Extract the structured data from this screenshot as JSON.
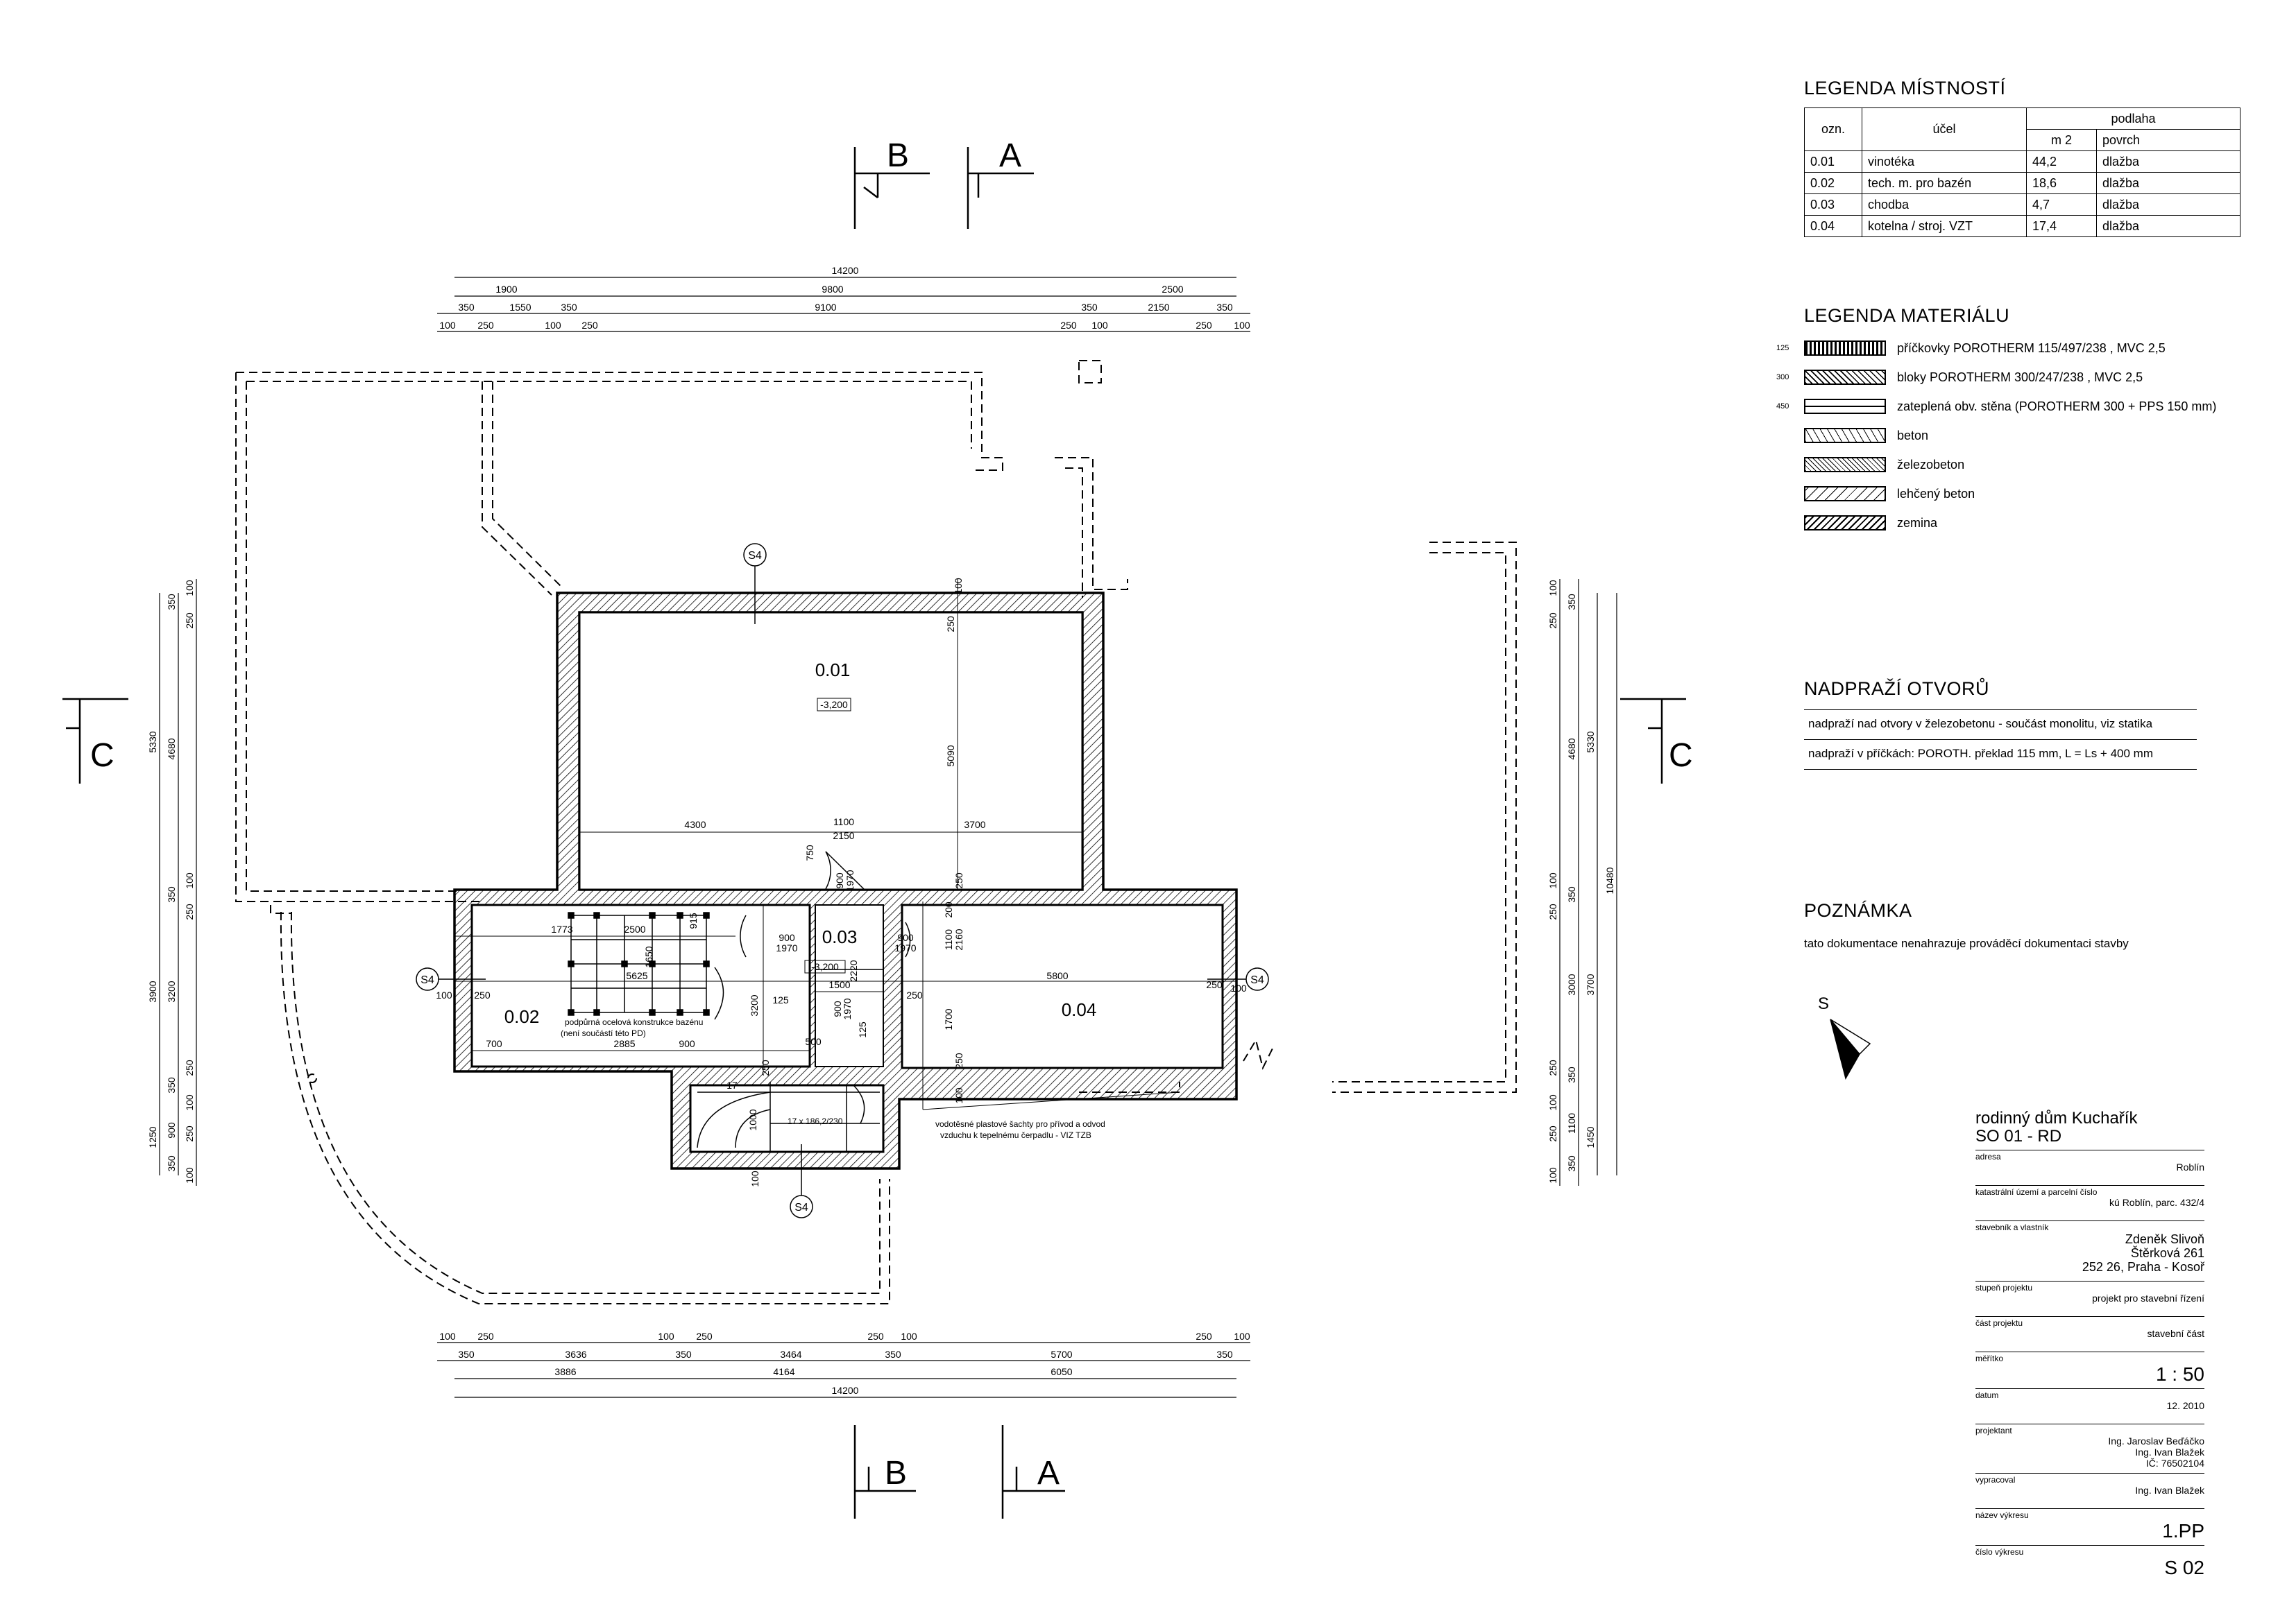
{
  "room_legend": {
    "title": "LEGENDA MÍSTNOSTÍ",
    "headers": {
      "code": "ozn.",
      "purpose": "účel",
      "floor": "podlaha",
      "area": "m 2",
      "surface": "povrch"
    },
    "rows": [
      {
        "code": "0.01",
        "purpose": "vinotéka",
        "area": "44,2",
        "surface": "dlažba"
      },
      {
        "code": "0.02",
        "purpose": "tech. m. pro bazén",
        "area": "18,6",
        "surface": "dlažba"
      },
      {
        "code": "0.03",
        "purpose": "chodba",
        "area": "4,7",
        "surface": "dlažba"
      },
      {
        "code": "0.04",
        "purpose": "kotelna / stroj. VZT",
        "area": "17,4",
        "surface": "dlažba"
      }
    ]
  },
  "material_legend": {
    "title": "LEGENDA MATERIÁLU",
    "thickness_labels": [
      "125",
      "300",
      "450"
    ],
    "items": [
      {
        "label": "příčkovky POROTHERM 115/497/238 , MVC 2,5",
        "pattern": "dark"
      },
      {
        "label": "bloky POROTHERM 300/247/238 , MVC 2,5",
        "pattern": "hatch"
      },
      {
        "label": "zateplená obv. stěna (POROTHERM 300 + PPS 150 mm)",
        "pattern": "zat"
      },
      {
        "label": "beton",
        "pattern": "bet"
      },
      {
        "label": "železobeton",
        "pattern": "zb"
      },
      {
        "label": "lehčený beton",
        "pattern": "lb"
      },
      {
        "label": "zemina",
        "pattern": "zem"
      }
    ]
  },
  "lintels": {
    "title": "NADPRAŽÍ OTVORŮ",
    "lines": [
      "nadpraží nad otvory v železobetonu - součást monolitu, viz statika",
      "nadpraží  v příčkách: POROTH.  překlad 115 mm, L = Ls + 400 mm"
    ]
  },
  "note": {
    "title": "POZNÁMKA",
    "text": "tato dokumentace nenahrazuje prováděcí dokumentaci stavby"
  },
  "north_label": "S",
  "title_block": {
    "project": "rodinný dům Kuchařík",
    "object": "SO 01 - RD",
    "rows": [
      {
        "label": "adresa",
        "value": "Roblín"
      },
      {
        "label": "katastrální území a parcelní číslo",
        "value": "kú Roblín, parc. 432/4"
      },
      {
        "label": "stavebník a vlastník",
        "value": "Zdeněk Slivoň\nŠtěrková 261\n252 26, Praha - Kosoř"
      },
      {
        "label": "stupeň projektu",
        "value": "projekt pro stavební řízení"
      },
      {
        "label": "část projektu",
        "value": "stavební část"
      },
      {
        "label": "měřítko",
        "value": "1 : 50",
        "big": true
      },
      {
        "label": "datum",
        "value": "12. 2010"
      },
      {
        "label": "projektant",
        "value": "Ing. Jaroslav Beďáčko\nIng. Ivan Blažek\nIČ: 76502104"
      },
      {
        "label": "vypracoval",
        "value": "Ing. Ivan Blažek"
      },
      {
        "label": "název výkresu",
        "value": "1.PP",
        "big": true
      },
      {
        "label": "číslo výkresu",
        "value": "S 02",
        "big": true
      }
    ]
  },
  "sections": {
    "a": "A",
    "b": "B",
    "c": "C",
    "s4": "S4"
  },
  "rooms": {
    "r001": {
      "no": "0.01",
      "level": "-3,200"
    },
    "r002": {
      "no": "0.02"
    },
    "r003": {
      "no": "0.03",
      "level": "-3,200"
    },
    "r004": {
      "no": "0.04"
    }
  },
  "plan_notes": {
    "pool_structure": [
      "podpůrná ocelová konstrukce bazénu",
      "(není součástí této PD)"
    ],
    "shafts": [
      "vodotěsné plastové šachty pro přívod a odvod",
      "vzduchu k tepelnému čerpadlu - VIZ TZB"
    ],
    "stair": "17 x 186,2/230"
  },
  "dimensions": {
    "top": {
      "total": "14200",
      "l1": [
        "1900",
        "9800",
        "2500"
      ],
      "l2": [
        "350",
        "1550",
        "350",
        "9100",
        "350",
        "2150",
        "350"
      ],
      "l3": [
        "100",
        "250",
        "100",
        "250",
        "250",
        "100",
        "250",
        "100"
      ]
    },
    "bottom": {
      "total": "14200",
      "l1": [
        "3886",
        "4164",
        "6050"
      ],
      "l2": [
        "350",
        "3636",
        "350",
        "3464",
        "350",
        "5700",
        "350"
      ],
      "l3": [
        "100",
        "250",
        "100",
        "250",
        "250",
        "100",
        "250",
        "100"
      ]
    },
    "left": {
      "l1": [
        "5330",
        "3900",
        "1250"
      ],
      "l2": [
        "350",
        "4680",
        "350",
        "3200",
        "350",
        "900",
        "350"
      ],
      "l3": [
        "100",
        "250",
        "100",
        "250",
        "250",
        "100",
        "250",
        "100"
      ]
    },
    "right": {
      "total": "10480",
      "l1": [
        "5330",
        "3700",
        "1450"
      ],
      "l2": [
        "350",
        "4680",
        "350",
        "3000",
        "350",
        "1100",
        "350"
      ],
      "l3": [
        "100",
        "250",
        "100",
        "250",
        "250",
        "100",
        "250",
        "100"
      ]
    },
    "inner": {
      "r001_w_left": "4300",
      "r001_w_right": "3700",
      "door_top": "1100",
      "door_top2": "2150",
      "r001_h": "5090",
      "r001_wall": "250",
      "pool_a": "1773",
      "pool_b": "2500",
      "pool_c": "1650",
      "pool_d": "5625",
      "pool_e": "915",
      "r002_a": "700",
      "r002_b": "2885",
      "r002_c": "900",
      "r002_h": "3200",
      "d900": "900",
      "d1970": "1970",
      "d750": "750",
      "c1500": "1500",
      "c2220": "2220",
      "c125": "125",
      "c500": "500",
      "r004_w": "5800",
      "r004_h": "1700",
      "r004_x": "2160",
      "r004_y": "1100",
      "w250": "250",
      "w100": "100",
      "w200": "200",
      "w1000": "1000",
      "w17": "17"
    }
  }
}
